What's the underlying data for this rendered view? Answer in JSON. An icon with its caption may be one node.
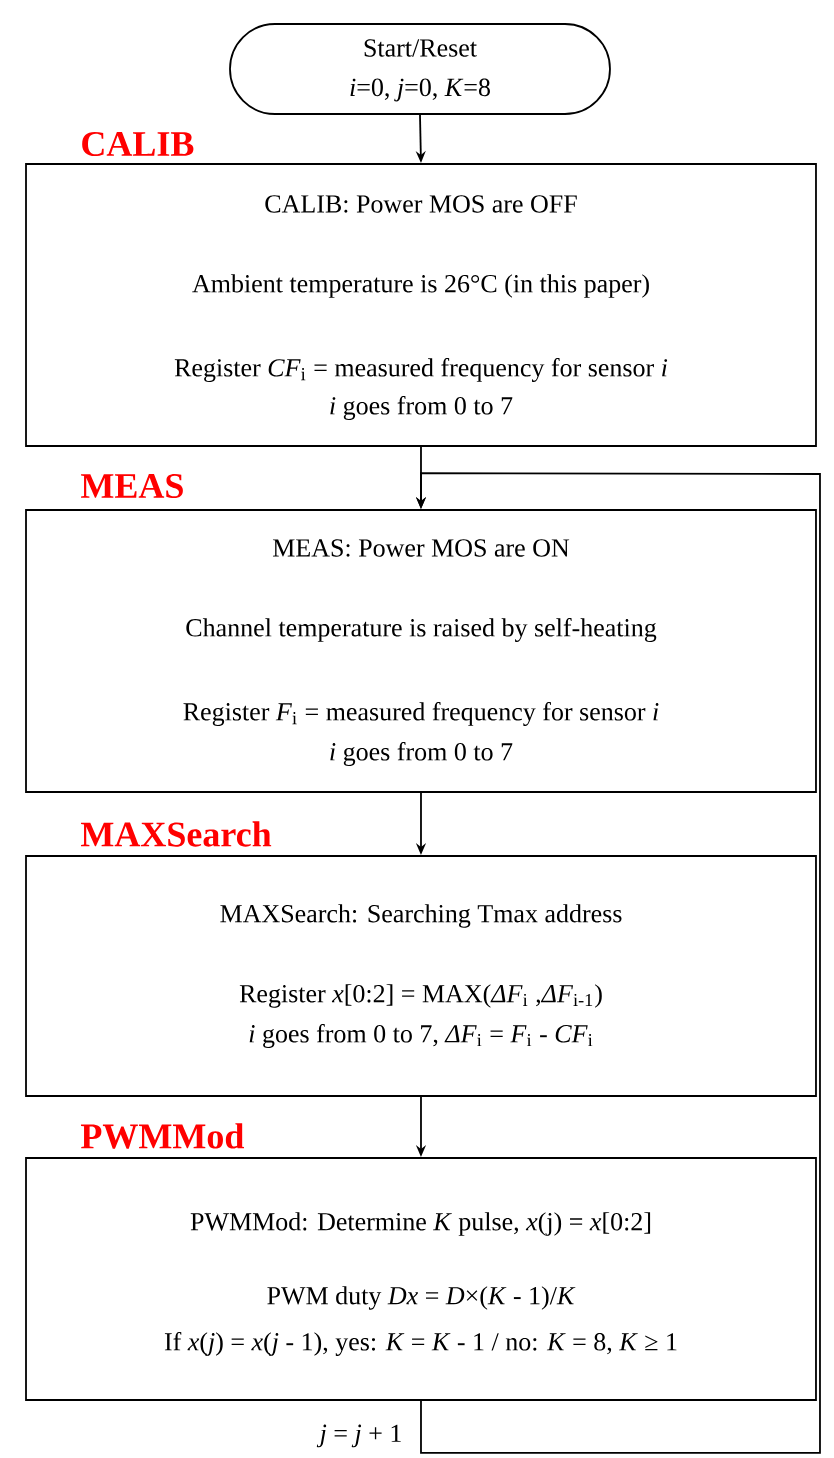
{
  "diagram": {
    "nodes": [
      {
        "text": [
          "Start/Reset",
          "*i*=0, *j*=0, *K*=8"
        ]
      },
      {
        "text": [
          "CALIB",
          "CALIB: Power MOS are OFF",
          "Ambient temperature is 26°C (in this paper)",
          "Register *CF*$_{i}$ = measured frequency for sensor *i*",
          "*i* goes from 0 to 7"
        ]
      },
      {
        "text": [
          "MEAS",
          "MEAS: Power MOS are ON",
          "Channel temperature is raised by self-heating",
          "Register *F*$_{i}$ = measured frequency for sensor *i*",
          "*i* goes from 0 to 7"
        ]
      },
      {
        "text": [
          "MAXSearch",
          "MAXSearch: Searching Tmax address",
          "Register *x*[0:2] = MAX(*ΔF*$_{i}$ ,*ΔF*$_{i-1}$)",
          "*i* goes from 0 to 7, *ΔF*$_{i}$ = *F*$_{i}$ - *CF*$_{i}$"
        ]
      },
      {
        "text": [
          "PWMMod",
          "PWMMod: Determine *K* pulse, *x*(j) = *x*[0:2]",
          "PWM duty *Dx* = *D*×(*K* - 1)/*K*",
          "If *x*(*j*) = *x*(*j* - 1), yes: *K* = *K* - 1 / no: *K* = 8, *K* ≥ 1"
        ]
      }
    ],
    "edges": [
      {
        "from": 0,
        "to": 1,
        "arrow": "to"
      },
      {
        "from": 1,
        "to": 2,
        "arrow": "to"
      },
      {
        "from": 2,
        "to": 3,
        "arrow": "to"
      },
      {
        "from": 3,
        "to": 4,
        "arrow": "to"
      },
      {
        "from": 4,
        "to": 2,
        "arrow": "to",
        "label": "*j* = *j* + 1"
      }
    ]
  }
}
